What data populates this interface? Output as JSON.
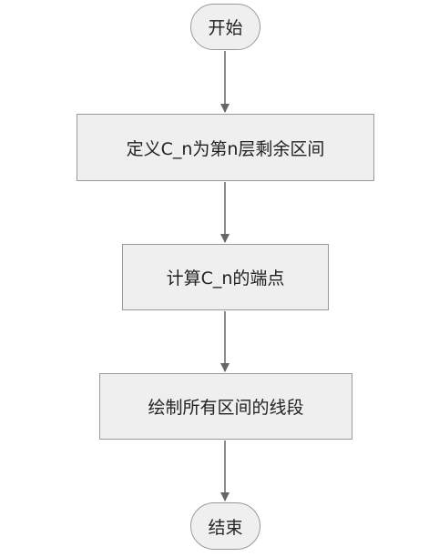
{
  "flowchart": {
    "nodes": {
      "start": "开始",
      "step1": "定义C_n为第n层剩余区间",
      "step2": "计算C_n的端点",
      "step3": "绘制所有区间的线段",
      "end": "结束"
    }
  },
  "colors": {
    "node_fill": "#efefef",
    "node_border": "#9a9a9a",
    "arrow": "#666666",
    "text": "#222222"
  }
}
